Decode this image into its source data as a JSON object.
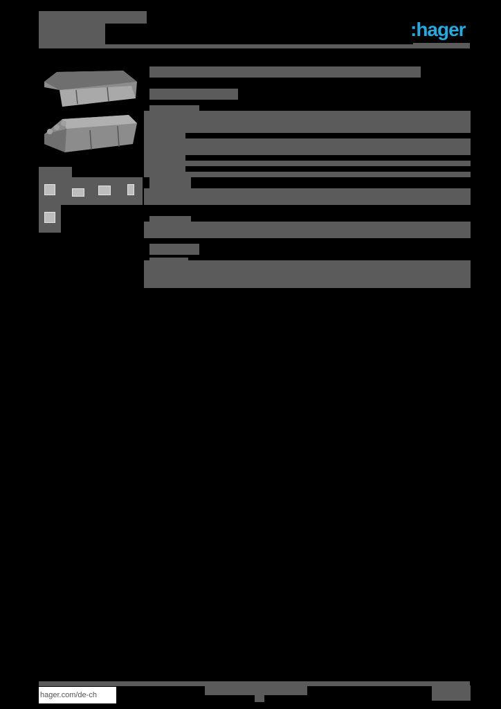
{
  "header": {
    "logo_text": ":hager",
    "logo_color": "#29a8e0"
  },
  "product": {
    "images": [
      "product-cover-top",
      "product-base-bottom"
    ]
  },
  "footer": {
    "url": "hager.com/de-ch"
  },
  "colors": {
    "background": "#000000",
    "text_blocks": "#5a5b5a",
    "accent": "#29a8e0"
  }
}
